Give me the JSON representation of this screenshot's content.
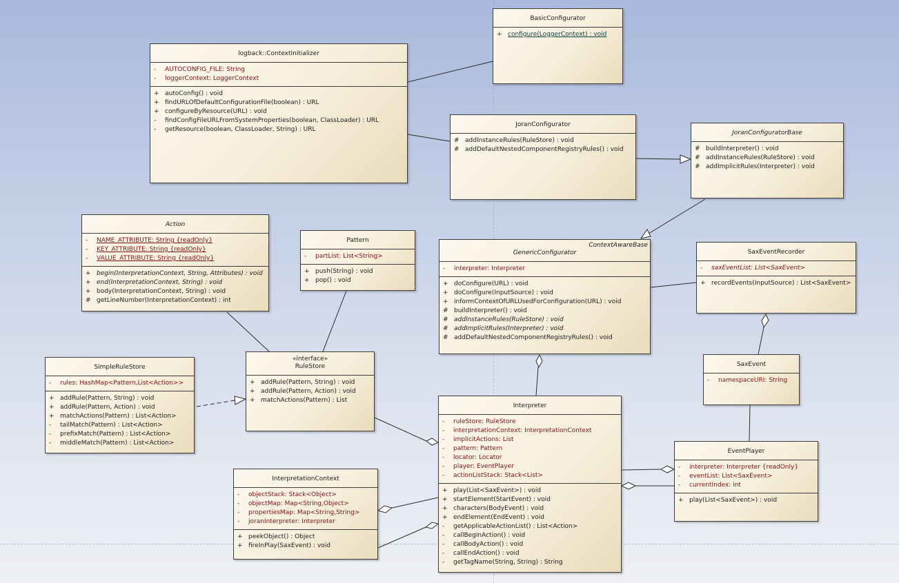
{
  "classes": {
    "basic": {
      "name": "BasicConfigurator",
      "ops": [
        {
          "vis": "+",
          "text": "configure(LoggerContext) : void"
        }
      ]
    },
    "ctxinit": {
      "name": "logback::ContextInitializer",
      "attrs": [
        {
          "vis": "-",
          "text": "AUTOCONFIG_FILE:  String"
        },
        {
          "vis": "-",
          "text": "loggerContext:  LoggerContext"
        }
      ],
      "ops": [
        {
          "vis": "+",
          "text": "autoConfig() : void"
        },
        {
          "vis": "+",
          "text": "findURLOfDefaultConfigurationFile(boolean) : URL"
        },
        {
          "vis": "+",
          "text": "configureByResource(URL) : void"
        },
        {
          "vis": "-",
          "text": "findConfigFileURLFromSystemProperties(boolean, ClassLoader) : URL"
        },
        {
          "vis": "-",
          "text": "getResource(boolean, ClassLoader, String) : URL"
        }
      ]
    },
    "joran": {
      "name": "JoranConfigurator",
      "ops": [
        {
          "vis": "#",
          "text": "addInstanceRules(RuleStore) : void"
        },
        {
          "vis": "#",
          "text": "addDefaultNestedComponentRegistryRules() : void"
        }
      ]
    },
    "joranbase": {
      "name": "JoranConfiguratorBase",
      "ops": [
        {
          "vis": "#",
          "text": "buildInterpreter() : void"
        },
        {
          "vis": "#",
          "text": "addInstanceRules(RuleStore) : void"
        },
        {
          "vis": "#",
          "text": "addImplicitRules(Interpreter) : void"
        }
      ]
    },
    "action": {
      "name": "Action",
      "attrs": [
        {
          "vis": "-",
          "text": "NAME_ATTRIBUTE:  String {readOnly}"
        },
        {
          "vis": "-",
          "text": "KEY_ATTRIBUTE:  String {readOnly}"
        },
        {
          "vis": "-",
          "text": "VALUE_ATTRIBUTE:  String {readOnly}"
        }
      ],
      "ops": [
        {
          "vis": "+",
          "text": "begin(InterpretationContext, String, Attributes) : void"
        },
        {
          "vis": "+",
          "text": "end(InterpretationContext, String) : void"
        },
        {
          "vis": "+",
          "text": "body(InterpretationContext, String) : void"
        },
        {
          "vis": "#",
          "text": "getLineNumber(InterpretationContext) : int"
        }
      ]
    },
    "pattern": {
      "name": "Pattern",
      "attrs": [
        {
          "vis": "-",
          "text": "partList:  List<String>"
        }
      ],
      "ops": [
        {
          "vis": "+",
          "text": "push(String) : void"
        },
        {
          "vis": "+",
          "text": "pop() : void"
        }
      ]
    },
    "generic": {
      "name": "GenericConfigurator",
      "parent": "ContextAwareBase",
      "attrs": [
        {
          "vis": "-",
          "text": "interpreter:  Interpreter"
        }
      ],
      "ops": [
        {
          "vis": "+",
          "text": "doConfigure(URL) : void"
        },
        {
          "vis": "+",
          "text": "doConfigure(InputSource) : void"
        },
        {
          "vis": "+",
          "text": "informContextOfURLUsedForConfiguration(URL) : void"
        },
        {
          "vis": "#",
          "text": "buildInterpreter() : void"
        },
        {
          "vis": "#",
          "text": "addInstanceRules(RuleStore) : void"
        },
        {
          "vis": "#",
          "text": "addImplicitRules(Interpreter) : void"
        },
        {
          "vis": "#",
          "text": "addDefaultNestedComponentRegistryRules() : void"
        }
      ]
    },
    "recorder": {
      "name": "SaxEventRecorder",
      "attrs": [
        {
          "vis": "-",
          "text": "saxEventList:  List<SaxEvent>"
        }
      ],
      "ops": [
        {
          "vis": "+",
          "text": "recordEvents(InputSource) : List<SaxEvent>"
        }
      ]
    },
    "simple": {
      "name": "SimpleRuleStore",
      "attrs": [
        {
          "vis": "-",
          "text": "rules:  HashMap<Pattern,List<Action>>"
        }
      ],
      "ops": [
        {
          "vis": "+",
          "text": "addRule(Pattern, String) : void"
        },
        {
          "vis": "+",
          "text": "addRule(Pattern, Action) : void"
        },
        {
          "vis": "+",
          "text": "matchActions(Pattern) : List<Action>"
        },
        {
          "vis": "-",
          "text": "tailMatch(Pattern) : List<Action>"
        },
        {
          "vis": "-",
          "text": "prefixMatch(Pattern) : List<Action>"
        },
        {
          "vis": "-",
          "text": "middleMatch(Pattern) : List<Action>"
        }
      ]
    },
    "rulestore": {
      "stereotype": "«interface»",
      "name": "RuleStore",
      "ops": [
        {
          "vis": "+",
          "text": "addRule(Pattern, String) : void"
        },
        {
          "vis": "+",
          "text": "addRule(Pattern, Action) : void"
        },
        {
          "vis": "+",
          "text": "matchActions(Pattern) : List"
        }
      ]
    },
    "saxevent": {
      "name": "SaxEvent",
      "attrs": [
        {
          "vis": "-",
          "text": "namespaceURI:  String"
        }
      ]
    },
    "interp": {
      "name": "Interpreter",
      "attrs": [
        {
          "vis": "-",
          "text": "ruleStore:  RuleStore"
        },
        {
          "vis": "-",
          "text": "interpretationContext:  InterpretationContext"
        },
        {
          "vis": "-",
          "text": "implicitActions:  List"
        },
        {
          "vis": "-",
          "text": "pattern:  Pattern"
        },
        {
          "vis": "-",
          "text": "locator:  Locator"
        },
        {
          "vis": "-",
          "text": "player:  EventPlayer"
        },
        {
          "vis": "-",
          "text": "actionListStack:  Stack<List>"
        }
      ],
      "ops": [
        {
          "vis": "+",
          "text": "play(List<SaxEvent>) : void"
        },
        {
          "vis": "+",
          "text": "startElement(StartEvent) : void"
        },
        {
          "vis": "+",
          "text": "characters(BodyEvent) : void"
        },
        {
          "vis": "+",
          "text": "endElement(EndEvent) : void"
        },
        {
          "vis": "-",
          "text": "getApplicableActionList() : List<Action>"
        },
        {
          "vis": "-",
          "text": "callBeginAction() : void"
        },
        {
          "vis": "-",
          "text": "callBodyAction() : void"
        },
        {
          "vis": "-",
          "text": "callEndAction() : void"
        },
        {
          "vis": "-",
          "text": "getTagName(String, String) : String"
        }
      ]
    },
    "icontext": {
      "name": "InterpretationContext",
      "attrs": [
        {
          "vis": "-",
          "text": "objectStack:  Stack<Object>"
        },
        {
          "vis": "-",
          "text": "objectMap:  Map<String,Object>"
        },
        {
          "vis": "-",
          "text": "propertiesMap:  Map<String,String>"
        },
        {
          "vis": "-",
          "text": "joranInterpreter:  Interpreter"
        }
      ],
      "ops": [
        {
          "vis": "+",
          "text": "peekObject() : Object"
        },
        {
          "vis": "+",
          "text": "fireInPlay(SaxEvent) : void"
        }
      ]
    },
    "player": {
      "name": "EventPlayer",
      "attrs": [
        {
          "vis": "-",
          "text": "interpreter:  Interpreter {readOnly}"
        },
        {
          "vis": "-",
          "text": "eventList:  List<SaxEvent>"
        },
        {
          "vis": "-",
          "text": "currentIndex:  int"
        }
      ],
      "ops": [
        {
          "vis": "+",
          "text": "play(List<SaxEvent>) : void"
        }
      ]
    }
  }
}
